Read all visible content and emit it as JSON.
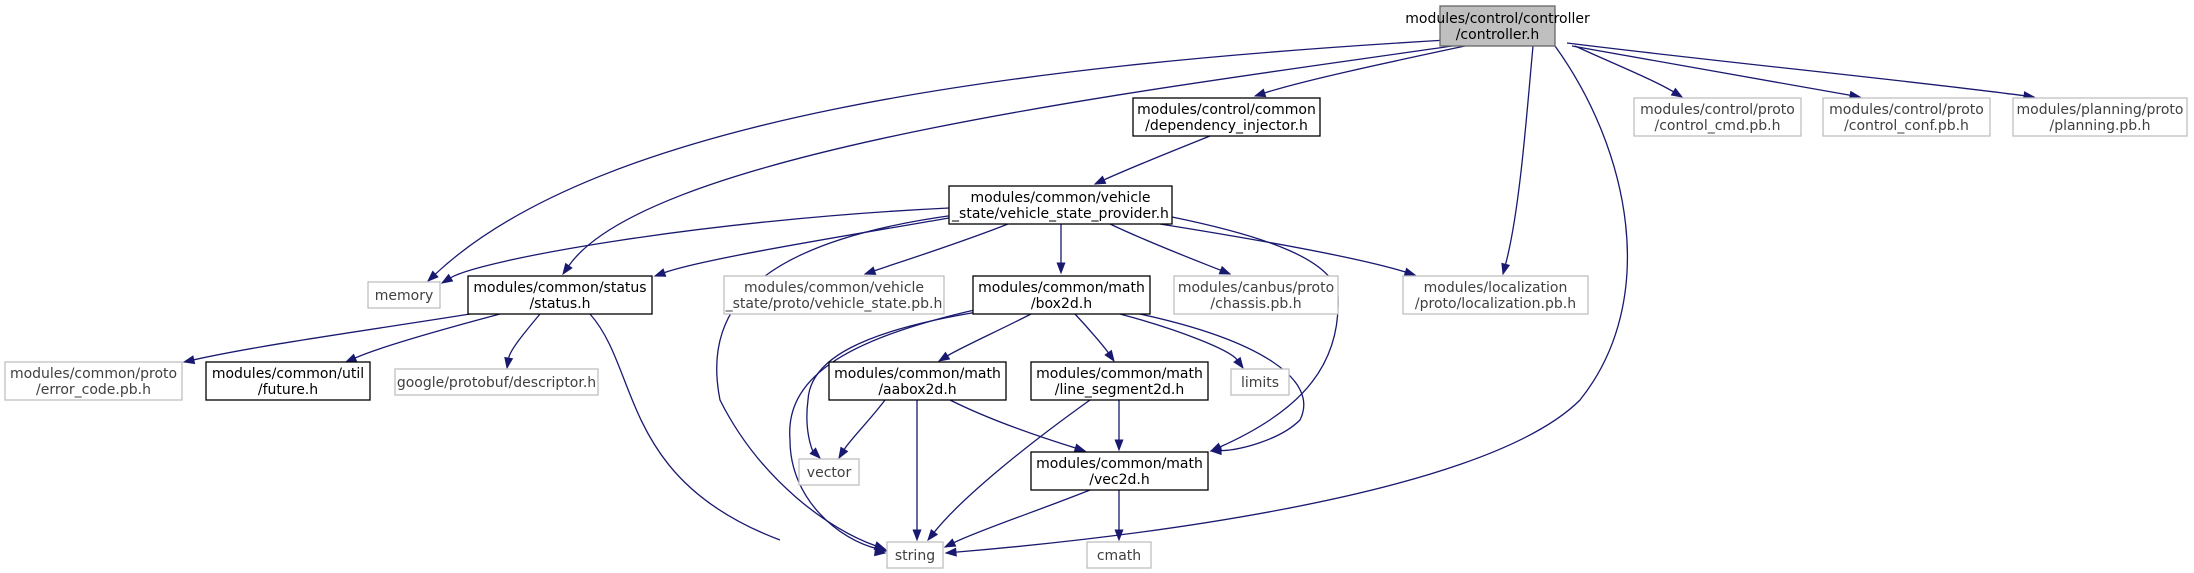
{
  "graph": {
    "root": "controller_h",
    "nodes": [
      {
        "id": "controller_h",
        "lines": [
          "modules/control/controller",
          "/controller.h"
        ],
        "kind": "root"
      },
      {
        "id": "dependency_injector_h",
        "lines": [
          "modules/control/common",
          "/dependency_injector.h"
        ],
        "kind": "linked"
      },
      {
        "id": "control_cmd_pb_h",
        "lines": [
          "modules/control/proto",
          "/control_cmd.pb.h"
        ],
        "kind": "external"
      },
      {
        "id": "control_conf_pb_h",
        "lines": [
          "modules/control/proto",
          "/control_conf.pb.h"
        ],
        "kind": "external"
      },
      {
        "id": "planning_pb_h",
        "lines": [
          "modules/planning/proto",
          "/planning.pb.h"
        ],
        "kind": "external"
      },
      {
        "id": "vehicle_state_provider_h",
        "lines": [
          "modules/common/vehicle",
          "_state/vehicle_state_provider.h"
        ],
        "kind": "linked"
      },
      {
        "id": "memory",
        "lines": [
          "memory"
        ],
        "kind": "external"
      },
      {
        "id": "status_h",
        "lines": [
          "modules/common/status",
          "/status.h"
        ],
        "kind": "linked"
      },
      {
        "id": "vehicle_state_pb_h",
        "lines": [
          "modules/common/vehicle",
          "_state/proto/vehicle_state.pb.h"
        ],
        "kind": "external"
      },
      {
        "id": "box2d_h",
        "lines": [
          "modules/common/math",
          "/box2d.h"
        ],
        "kind": "linked"
      },
      {
        "id": "chassis_pb_h",
        "lines": [
          "modules/canbus/proto",
          "/chassis.pb.h"
        ],
        "kind": "external"
      },
      {
        "id": "localization_pb_h",
        "lines": [
          "modules/localization",
          "/proto/localization.pb.h"
        ],
        "kind": "external"
      },
      {
        "id": "error_code_pb_h",
        "lines": [
          "modules/common/proto",
          "/error_code.pb.h"
        ],
        "kind": "external"
      },
      {
        "id": "future_h",
        "lines": [
          "modules/common/util",
          "/future.h"
        ],
        "kind": "linked"
      },
      {
        "id": "descriptor_h",
        "lines": [
          "google/protobuf/descriptor.h"
        ],
        "kind": "external"
      },
      {
        "id": "aabox2d_h",
        "lines": [
          "modules/common/math",
          "/aabox2d.h"
        ],
        "kind": "linked"
      },
      {
        "id": "line_segment2d_h",
        "lines": [
          "modules/common/math",
          "/line_segment2d.h"
        ],
        "kind": "linked"
      },
      {
        "id": "limits",
        "lines": [
          "limits"
        ],
        "kind": "external"
      },
      {
        "id": "vector",
        "lines": [
          "vector"
        ],
        "kind": "external"
      },
      {
        "id": "vec2d_h",
        "lines": [
          "modules/common/math",
          "/vec2d.h"
        ],
        "kind": "linked"
      },
      {
        "id": "string",
        "lines": [
          "string"
        ],
        "kind": "external"
      },
      {
        "id": "cmath",
        "lines": [
          "cmath"
        ],
        "kind": "external"
      }
    ],
    "edges": [
      {
        "from": "controller_h",
        "to": "dependency_injector_h"
      },
      {
        "from": "controller_h",
        "to": "control_cmd_pb_h"
      },
      {
        "from": "controller_h",
        "to": "control_conf_pb_h"
      },
      {
        "from": "controller_h",
        "to": "planning_pb_h"
      },
      {
        "from": "controller_h",
        "to": "memory"
      },
      {
        "from": "controller_h",
        "to": "status_h"
      },
      {
        "from": "controller_h",
        "to": "localization_pb_h"
      },
      {
        "from": "controller_h",
        "to": "string"
      },
      {
        "from": "dependency_injector_h",
        "to": "vehicle_state_provider_h"
      },
      {
        "from": "vehicle_state_provider_h",
        "to": "memory"
      },
      {
        "from": "vehicle_state_provider_h",
        "to": "status_h"
      },
      {
        "from": "vehicle_state_provider_h",
        "to": "vehicle_state_pb_h"
      },
      {
        "from": "vehicle_state_provider_h",
        "to": "box2d_h"
      },
      {
        "from": "vehicle_state_provider_h",
        "to": "chassis_pb_h"
      },
      {
        "from": "vehicle_state_provider_h",
        "to": "localization_pb_h"
      },
      {
        "from": "vehicle_state_provider_h",
        "to": "vec2d_h"
      },
      {
        "from": "vehicle_state_provider_h",
        "to": "string"
      },
      {
        "from": "status_h",
        "to": "error_code_pb_h"
      },
      {
        "from": "status_h",
        "to": "future_h"
      },
      {
        "from": "status_h",
        "to": "descriptor_h"
      },
      {
        "from": "status_h",
        "to": "string"
      },
      {
        "from": "box2d_h",
        "to": "aabox2d_h"
      },
      {
        "from": "box2d_h",
        "to": "line_segment2d_h"
      },
      {
        "from": "box2d_h",
        "to": "limits"
      },
      {
        "from": "box2d_h",
        "to": "vector"
      },
      {
        "from": "box2d_h",
        "to": "vec2d_h"
      },
      {
        "from": "box2d_h",
        "to": "string"
      },
      {
        "from": "aabox2d_h",
        "to": "vector"
      },
      {
        "from": "aabox2d_h",
        "to": "vec2d_h"
      },
      {
        "from": "aabox2d_h",
        "to": "string"
      },
      {
        "from": "line_segment2d_h",
        "to": "vec2d_h"
      },
      {
        "from": "line_segment2d_h",
        "to": "string"
      },
      {
        "from": "vec2d_h",
        "to": "string"
      },
      {
        "from": "vec2d_h",
        "to": "cmath"
      }
    ]
  }
}
